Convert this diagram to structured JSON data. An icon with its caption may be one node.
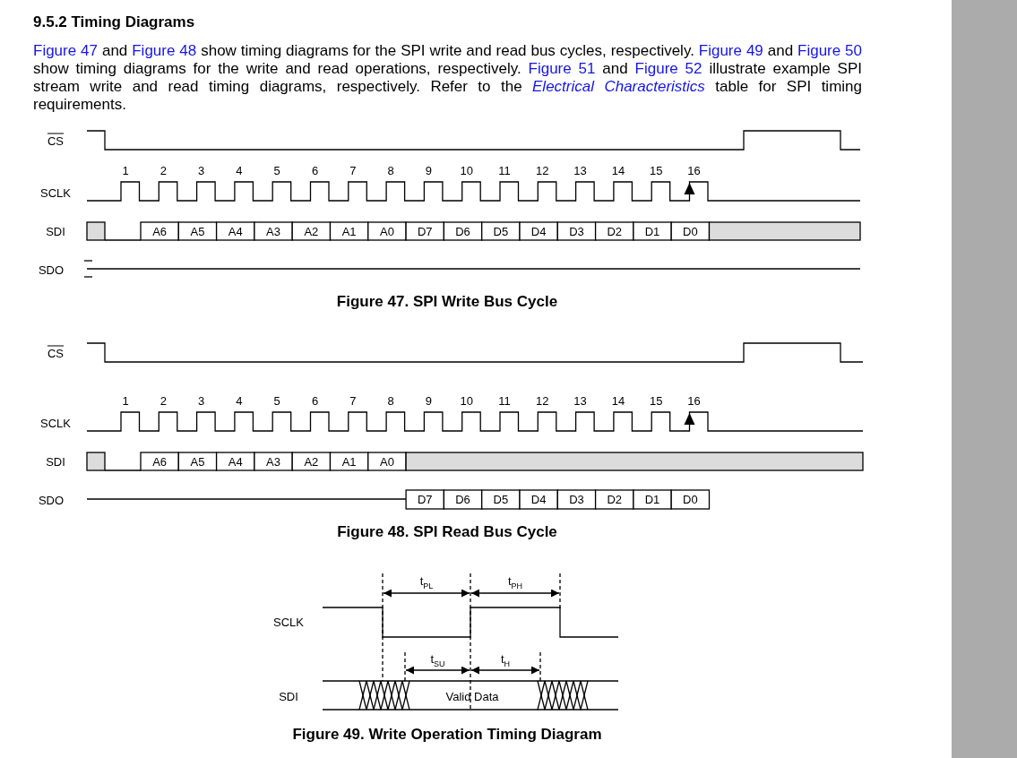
{
  "diagram": {
    "title": "9.5.2 Timing Diagrams",
    "labels": [
      "Figure 47",
      "and",
      "Figure 48",
      "show timing diagrams for the SPI write and read bus cycles, respectively.",
      "Figure 49",
      "and",
      "Figure 50",
      "show timing diagrams for the write and read operations, respectively.",
      "Figure 51",
      "and",
      "Figure 52",
      "illustrate example SPI stream write and read timing diagrams, respectively. Refer to the",
      "Electrical Characteristics",
      "table for SPI timing requirements.",
      "CS",
      "1",
      "2",
      "3",
      "4",
      "5",
      "6",
      "7",
      "8",
      "9",
      "10",
      "11",
      "12",
      "13",
      "14",
      "15",
      "16",
      "SCLK",
      "SDI",
      "A6",
      "A5",
      "A4",
      "A3",
      "A2",
      "A1",
      "A0",
      "D7",
      "D6",
      "D5",
      "D4",
      "D3",
      "D2",
      "D1",
      "D0",
      "SDO",
      "Figure 47. SPI Write Bus Cycle",
      "CS",
      "1",
      "2",
      "3",
      "4",
      "5",
      "6",
      "7",
      "8",
      "9",
      "10",
      "11",
      "12",
      "13",
      "14",
      "15",
      "16",
      "SCLK",
      "SDI",
      "A6",
      "A5",
      "A4",
      "A3",
      "A2",
      "A1",
      "A0",
      "SDO",
      "D7",
      "D6",
      "D5",
      "D4",
      "D3",
      "D2",
      "D1",
      "D0",
      "Figure 48. SPI Read Bus Cycle",
      "t$_{PL}$",
      "t$_{PH}$",
      "SCLK",
      "t$_{SU}$",
      "t$_{H}$",
      "SDI",
      "Valid Data",
      "Figure 49. Write Operation Timing Diagram"
    ]
  }
}
